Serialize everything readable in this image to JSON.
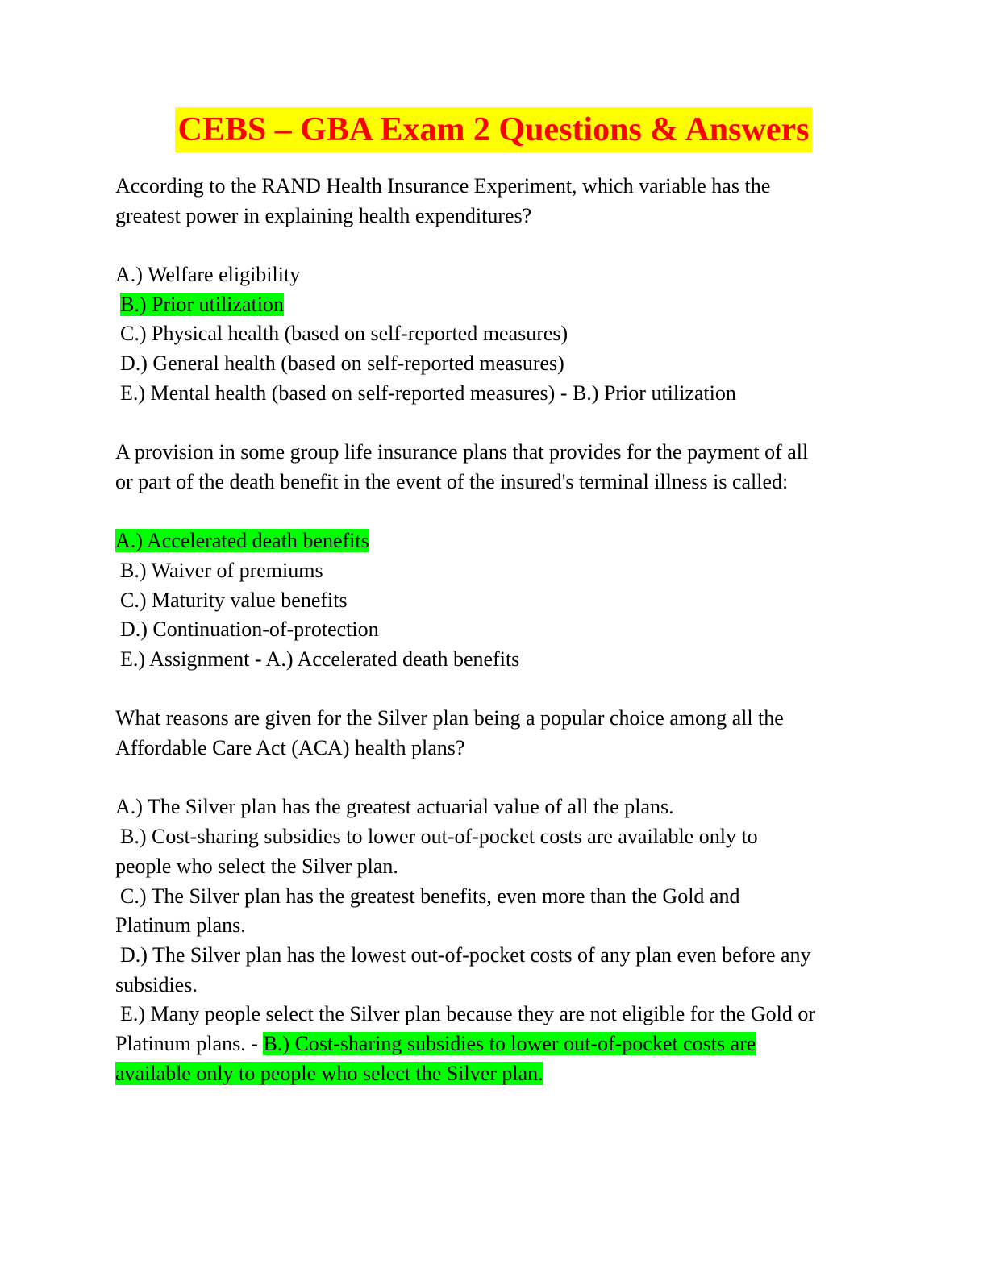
{
  "colors": {
    "title_text": "#ff0000",
    "title_highlight": "#ffff00",
    "answer_highlight": "#00ff00"
  },
  "title": "CEBS – GBA Exam 2 Questions & Answers",
  "q1": {
    "question_line1": "According to the RAND Health Insurance Experiment, which variable has the",
    "question_line2": "greatest power in explaining health expenditures?",
    "option_a": "A.) Welfare eligibility",
    "option_b": "B.) Prior utilization",
    "option_c": "C.) Physical health (based on self-reported measures)",
    "option_d": "D.) General health (based on self-reported measures)",
    "option_e": "E.) Mental health (based on self-reported measures) - B.) Prior utilization"
  },
  "q2": {
    "question_line1": "A provision in some group life insurance plans that provides for the payment of all",
    "question_line2": "or part of the death benefit in the event of the insured's terminal illness is called:",
    "option_a": "A.) Accelerated death benefits",
    "option_b": "B.) Waiver of premiums",
    "option_c": "C.) Maturity value benefits",
    "option_d": "D.) Continuation-of-protection",
    "option_e": "E.) Assignment - A.) Accelerated death benefits"
  },
  "q3": {
    "question_line1": "What reasons are given for the Silver plan being a popular choice among all the",
    "question_line2": "Affordable Care Act (ACA) health plans?",
    "option_a": "A.) The Silver plan has the greatest actuarial value of all the plans.",
    "option_b_line1": "B.) Cost-sharing subsidies to lower out-of-pocket costs are available only to",
    "option_b_line2": "people who select the Silver plan.",
    "option_c_line1": "C.) The Silver plan has the greatest benefits, even more than the Gold and",
    "option_c_line2": "Platinum plans.",
    "option_d_line1": "D.) The Silver plan has the lowest out-of-pocket costs of any plan even before any",
    "option_d_line2": "subsidies.",
    "option_e_line1": "E.) Many people select the Silver plan because they are not eligible for the Gold or",
    "option_e_line2_prefix": "Platinum plans. - ",
    "answer_line1": "B.) Cost-sharing subsidies to lower out-of-pocket costs are",
    "answer_line2": "available only to people who select the Silver plan."
  }
}
